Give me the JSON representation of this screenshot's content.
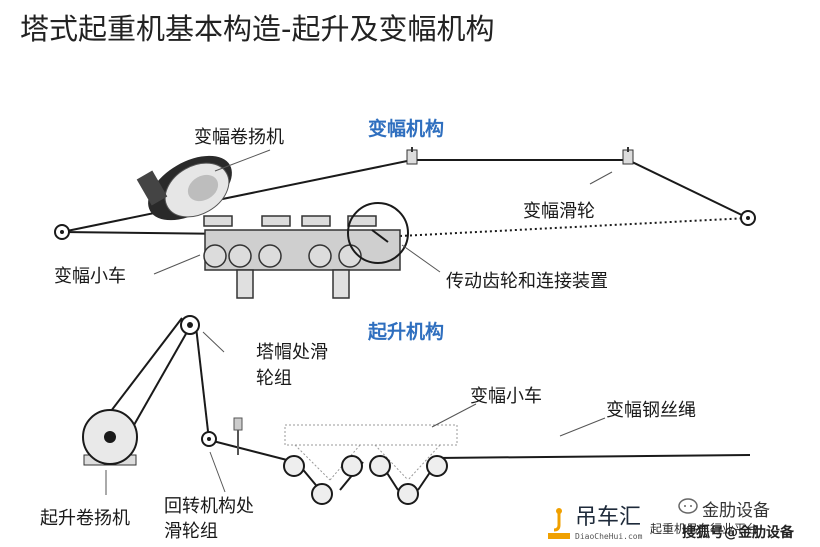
{
  "title": "塔式起重机基本构造-起升及变幅机构",
  "sections": {
    "luffing_mechanism": "变幅机构",
    "hoisting_mechanism": "起升机构"
  },
  "labels": {
    "luffing_winch": "变幅卷扬机",
    "luffing_pulley": "变幅滑轮",
    "luffing_trolley_top": "变幅小车",
    "transmission_gear": "传动齿轮和连接装置",
    "tower_cap_pulley_line1": "塔帽处滑",
    "tower_cap_pulley_line2": "轮组",
    "luffing_trolley_bottom": "变幅小车",
    "luffing_wire_rope": "变幅钢丝绳",
    "hoisting_winch": "起升卷扬机",
    "slewing_pulley_line1": "回转机构处",
    "slewing_pulley_line2": "滑轮组"
  },
  "branding": {
    "logo_text": "吊车汇",
    "logo_url": "DiaoCheHui.com",
    "tagline": "起重机吊车行业平台",
    "watermark_top": "金肋设备",
    "watermark_bottom": "搜狐号@金肋设备"
  },
  "colors": {
    "section_blue": "#2f6fbf",
    "line": "#1a1a1a",
    "component_gray": "#9a9a9a"
  }
}
